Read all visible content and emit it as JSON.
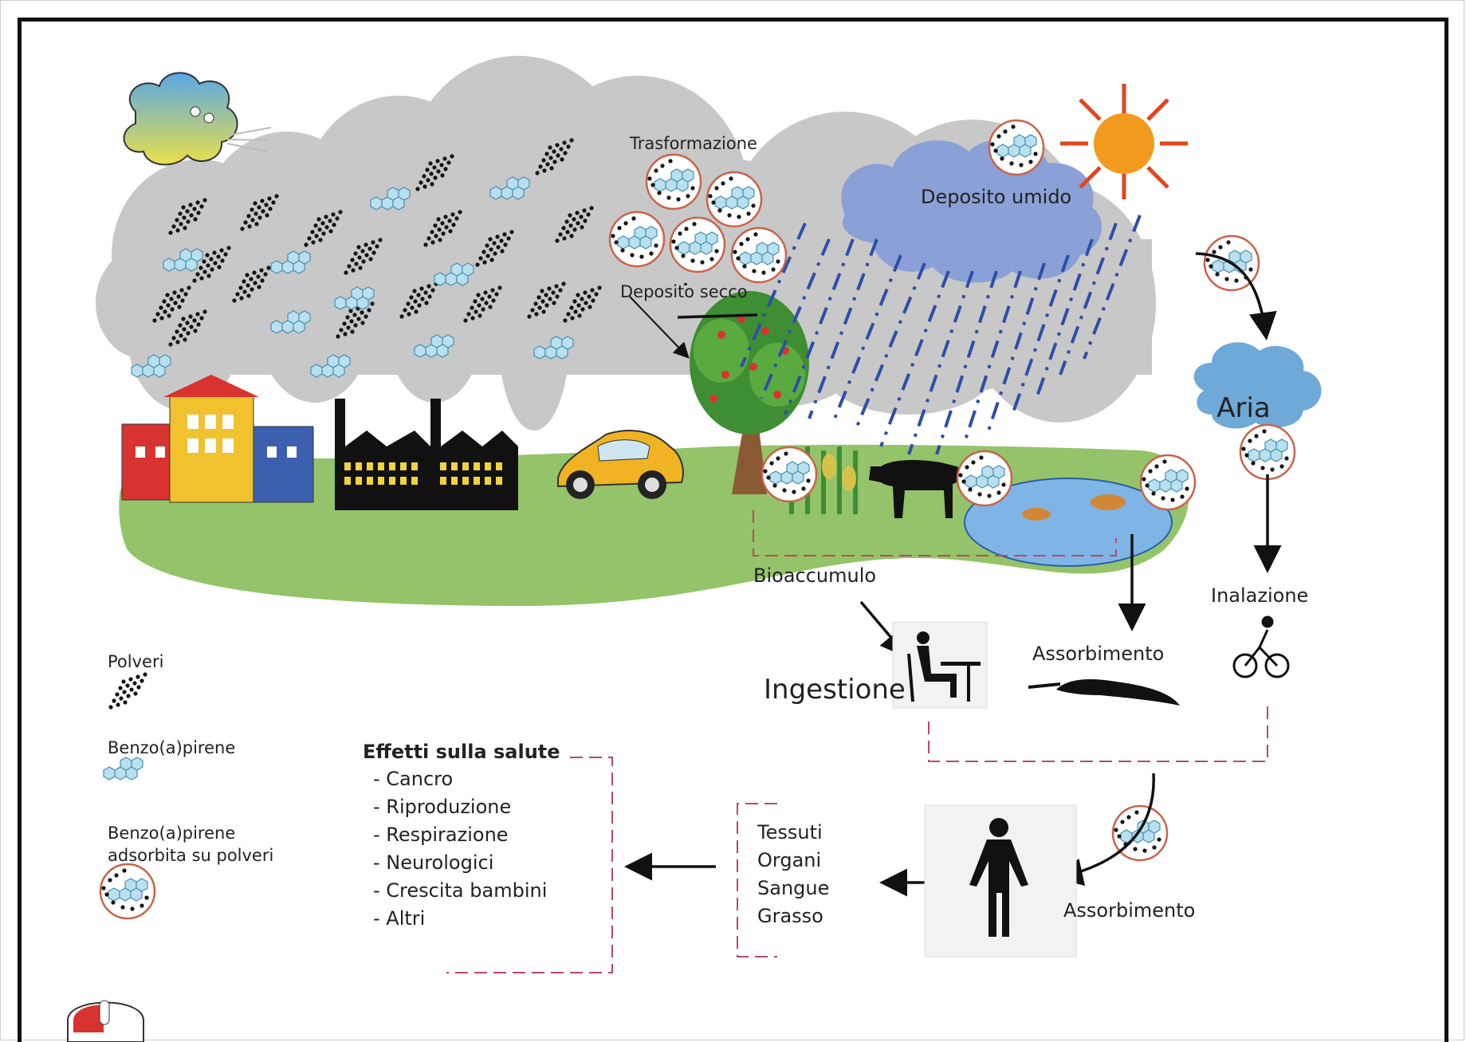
{
  "labels": {
    "transformation": "Trasformazione",
    "wet_deposit": "Deposito umido",
    "dry_deposit": "Deposito secco",
    "air": "Aria",
    "bioaccumulation": "Bioaccumulo",
    "inhalation": "Inalazione",
    "ingestion": "Ingestione",
    "absorption_top": "Assorbimento",
    "absorption_bottom": "Assorbimento"
  },
  "legend": {
    "dust": "Polveri",
    "bap": "Benzo(a)pirene",
    "bap_adsorbed_line1": "Benzo(a)pirene",
    "bap_adsorbed_line2": "adsorbita su polveri"
  },
  "health_effects": {
    "title": "Effetti sulla salute",
    "items": [
      "- Cancro",
      "- Riproduzione",
      "- Respirazione",
      "- Neurologici",
      "- Crescita bambini",
      "- Altri"
    ]
  },
  "body_targets": [
    "Tessuti",
    "Organi",
    "Sangue",
    "Grasso"
  ],
  "colors": {
    "smoke": "#c8c8c8",
    "ground": "#94c36a",
    "rain_cloud": "#8aa0d6",
    "rain": "#2e4fa8",
    "air_cloud": "#6ea9d8",
    "bap_ring": "#c9634a",
    "dashed_line": "#b94a5e",
    "arrow": "#111111"
  }
}
